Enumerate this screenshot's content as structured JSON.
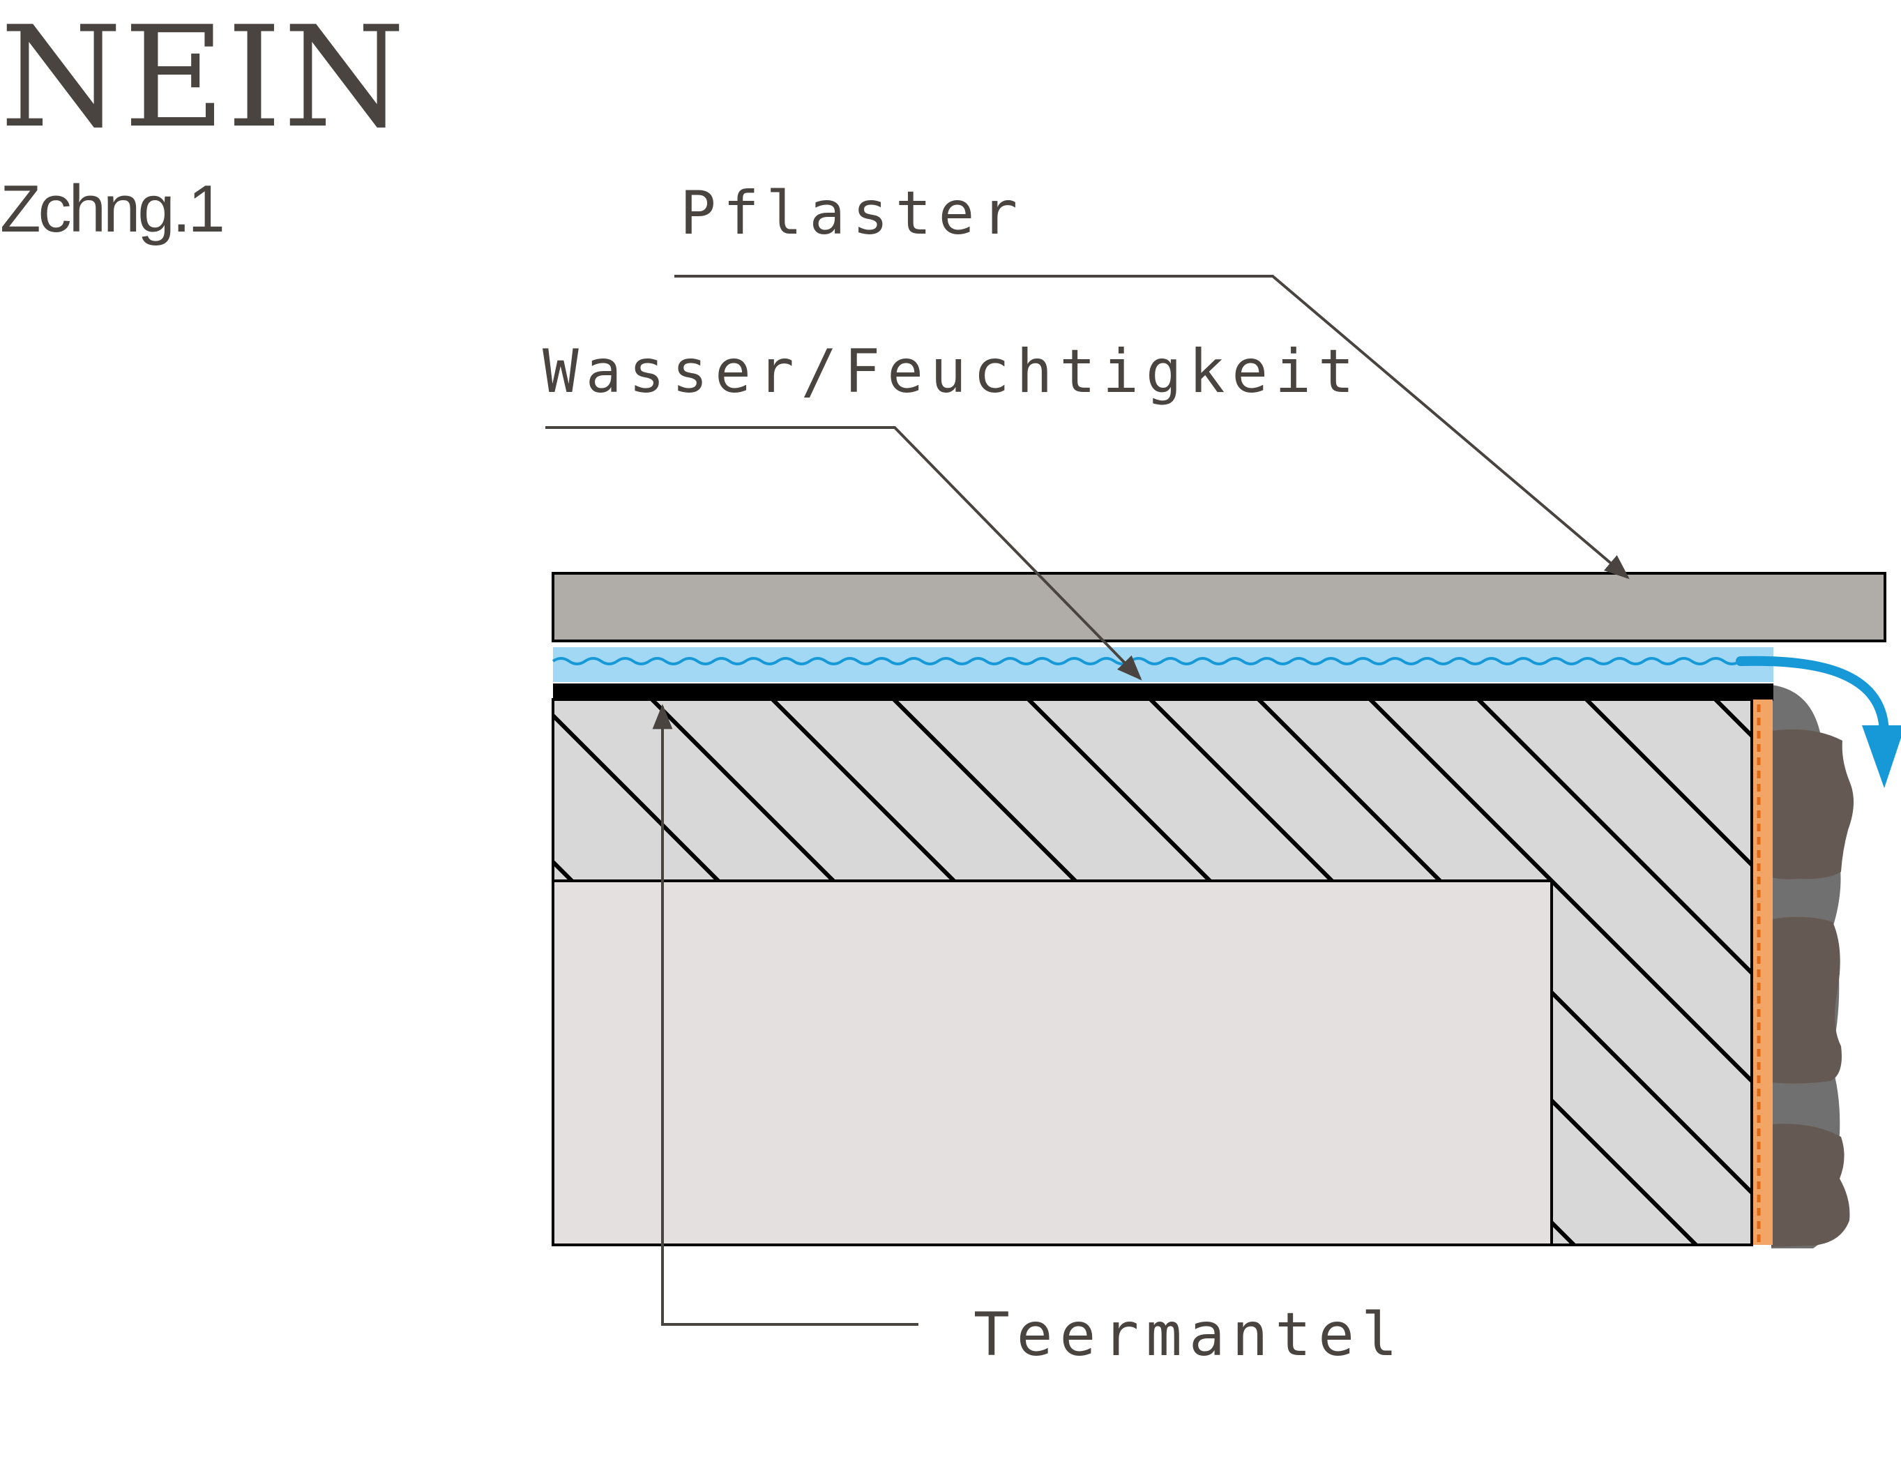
{
  "title": "NEIN",
  "subtitle": "Zchng.1",
  "labels": {
    "paving": "Pflaster",
    "water": "Wasser/Feuchtigkeit",
    "tar_coat": "Teermantel"
  },
  "colors": {
    "text": "#4a4440",
    "paving": "#b0aca8",
    "water_fill": "#a3d8f5",
    "water_wave": "#1799d8",
    "tar_layer": "#000000",
    "hatched_wall": "#d8d8d8",
    "inner_block": "#e3e0df",
    "facade_strip": "#f2a564",
    "stones_light": "#717070",
    "stones_dark": "#645a53",
    "drain_arrow": "#1799d8"
  },
  "icons": {
    "drain_arrow": "curved-arrow-down-icon",
    "stones": "stone-wall-icon"
  }
}
